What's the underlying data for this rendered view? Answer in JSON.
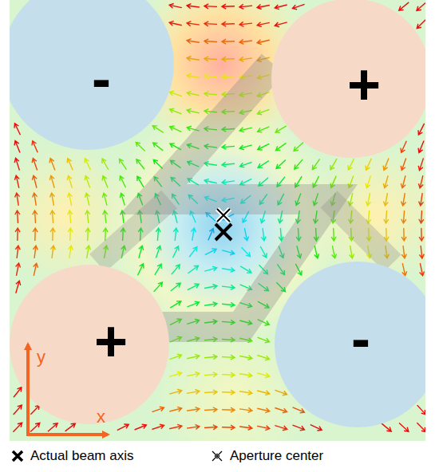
{
  "diagram": {
    "nodes": [
      {
        "text": [
          "-"
        ]
      },
      {
        "text": [
          "+"
        ]
      },
      {
        "text": [
          "+"
        ]
      },
      {
        "text": [
          "-"
        ]
      }
    ],
    "labels": [
      "y",
      "x"
    ],
    "legend": [
      {
        "text": "Actual beam axis"
      },
      {
        "text": "Aperture center"
      }
    ]
  }
}
